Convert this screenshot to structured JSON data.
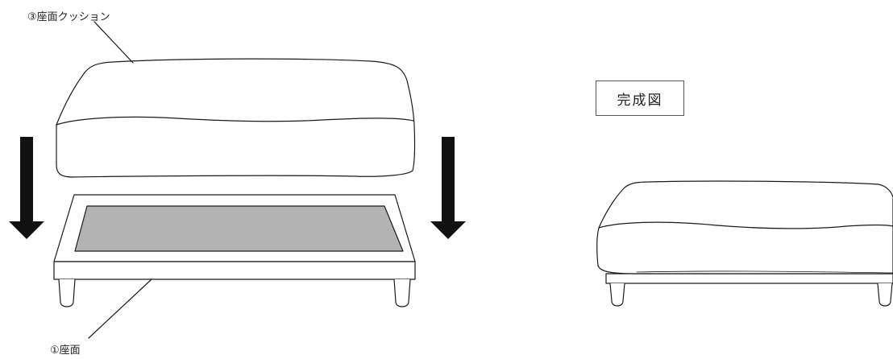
{
  "labels": {
    "cushion": "③座面クッション",
    "seat": "①座面",
    "completed": "完成図"
  },
  "colors": {
    "stroke": "#1a1a1a",
    "seat_panel_fill": "#b3b3b3",
    "arrow_fill": "#111111",
    "background": "#ffffff"
  }
}
